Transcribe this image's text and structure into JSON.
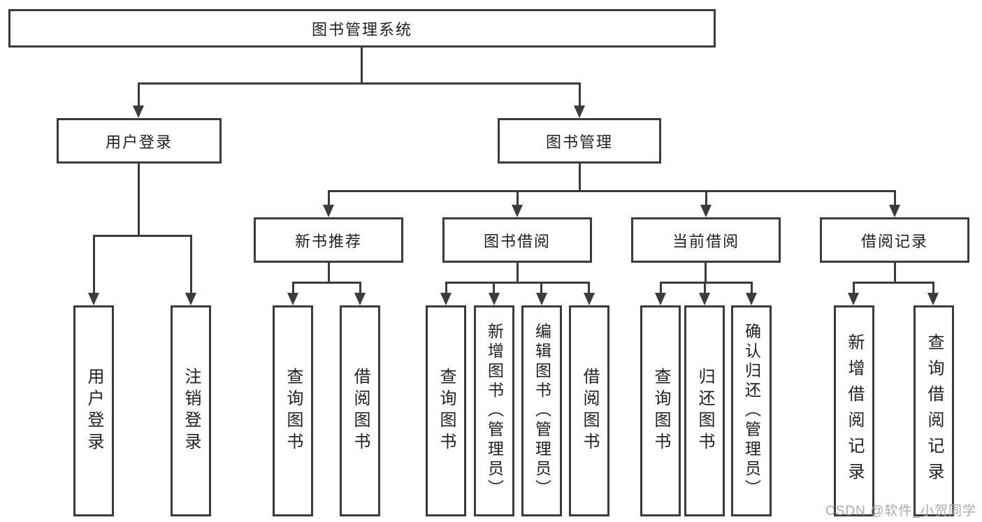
{
  "tree": {
    "root": "图书管理系统",
    "branches": {
      "user_login": "用户登录",
      "book_mgmt": "图书管理"
    },
    "modules": {
      "new_books": "新书推荐",
      "borrow": "图书借阅",
      "current": "当前借阅",
      "records": "借阅记录"
    },
    "leaves": {
      "user_login": [
        "用户登录",
        "注销登录"
      ],
      "new_books": [
        "查询图书",
        "借阅图书"
      ],
      "borrow": [
        "查询图书",
        "新增图书（管理员）",
        "编辑图书（管理员）",
        "借阅图书"
      ],
      "current": [
        "查询图书",
        "归还图书",
        "确认归还（管理员）"
      ],
      "records": [
        "新增借阅记录",
        "查询借阅记录"
      ]
    }
  },
  "watermark": "CSDN @软件_小贺同学",
  "icons": {
    "arrowhead": "triangle-down"
  },
  "colors": {
    "line": "#3b3b3b",
    "text": "#1f1f1f",
    "watermark": "#a6abb3",
    "background": "#ffffff"
  }
}
